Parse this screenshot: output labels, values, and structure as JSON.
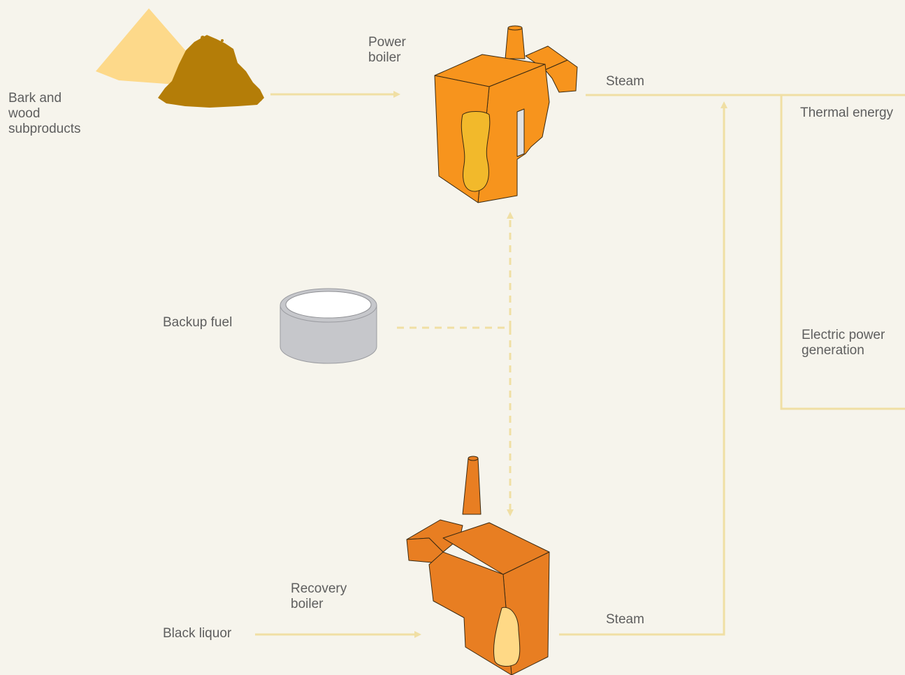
{
  "labels": {
    "bark": "Bark and\nwood\nsubproducts",
    "power_boiler": "Power\nboiler",
    "steam_top": "Steam",
    "thermal": "Thermal energy",
    "backup_fuel": "Backup fuel",
    "electric": "Electric power\ngeneration",
    "recovery_boiler": "Recovery\nboiler",
    "black_liquor": "Black liquor",
    "steam_bottom": "Steam"
  },
  "colors": {
    "background": "#f6f4ec",
    "flow_line": "#f0dfa4",
    "boiler_orange": "#f7941d",
    "recovery_orange": "#e87e22",
    "bark_light": "#fdd98a",
    "bark_dark": "#b47d08",
    "tank_gray": "#c6c7cb",
    "text": "#5e5e5e"
  }
}
